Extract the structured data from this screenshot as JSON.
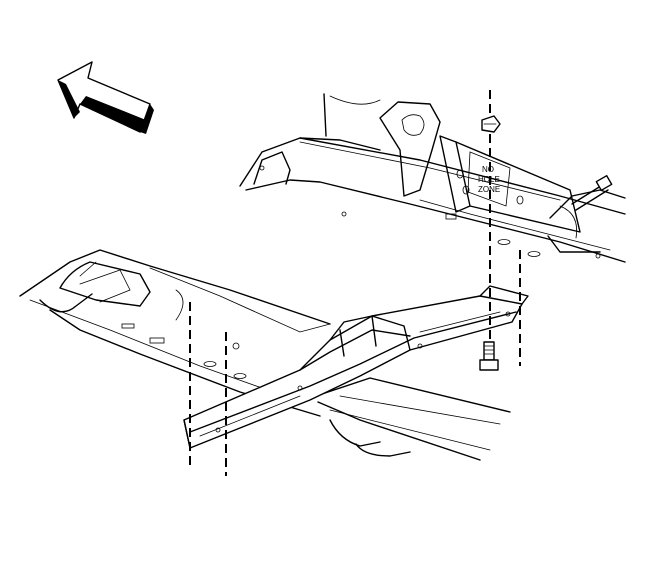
{
  "diagram": {
    "zone_label": {
      "line1": "NO",
      "line2": "HOLE",
      "line3": "ZONE"
    }
  }
}
